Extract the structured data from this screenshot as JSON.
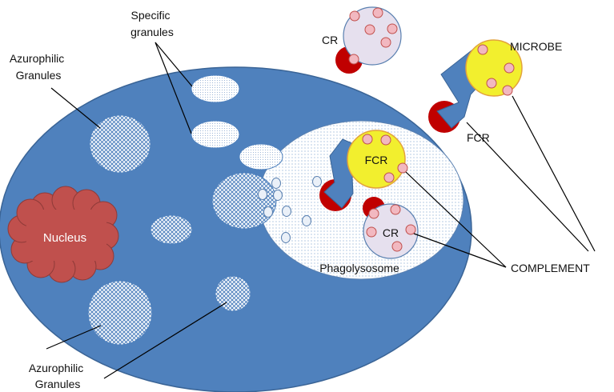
{
  "colors": {
    "cell": "#4F81BD",
    "cell_stroke": "#3A6496",
    "nucleus": "#C0504D",
    "receptor": "#C00000",
    "microbe_yellow": "#F2EF2E",
    "microbe_stroke": "#E3A33C",
    "complement": "#F2B8C0",
    "complement_stroke": "#C0504D",
    "lavender": "#E6E0EE",
    "line": "#000000"
  },
  "labels": {
    "specific_granules": [
      "Specific",
      "granules"
    ],
    "azurophilic_top": [
      "Azurophilic",
      "Granules"
    ],
    "azurophilic_bottom": [
      "Azurophilic",
      "Granules"
    ],
    "nucleus": "Nucleus",
    "cr_outside": "CR",
    "microbe": "MICROBE",
    "fcr_outside": "FCR",
    "fcr_inside": "FCR",
    "cr_inside": "CR",
    "phagolysosome": "Phagolysosome",
    "complement": "COMPLEMENT"
  },
  "icons": {
    "cell": "neutrophil-cell-icon",
    "nucleus": "nucleus-icon",
    "microbe": "microbe-icon",
    "receptor": "receptor-icon",
    "complement": "complement-icon"
  }
}
